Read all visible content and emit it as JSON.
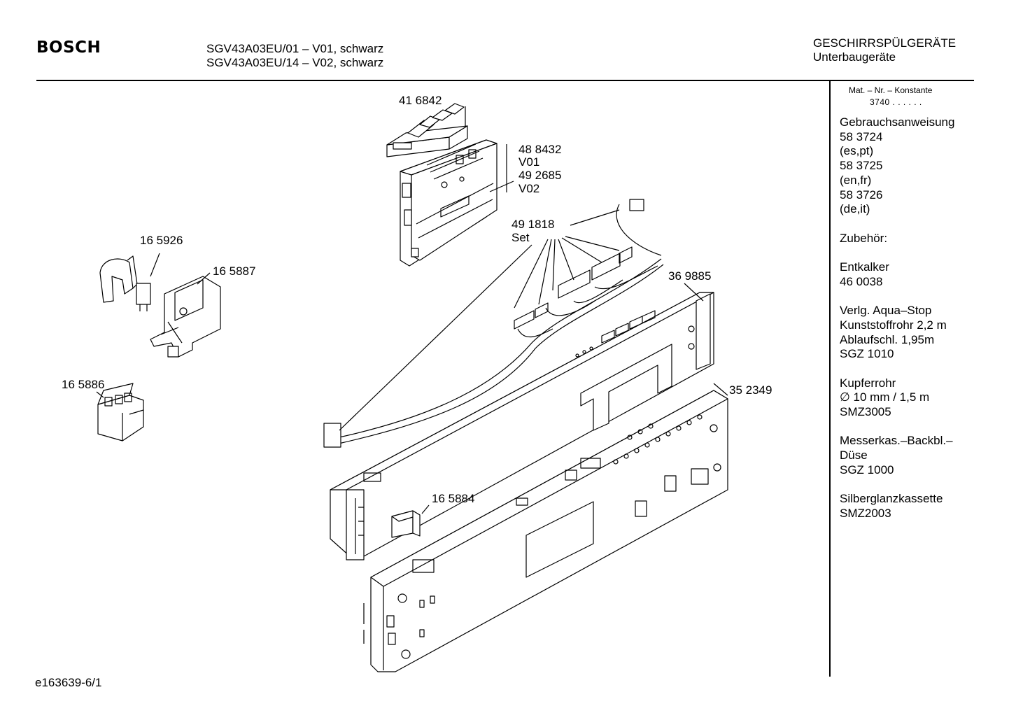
{
  "header": {
    "brand": "BOSCH",
    "models": [
      "SGV43A03EU/01 – V01, schwarz",
      "SGV43A03EU/14 – V02, schwarz"
    ],
    "category": "GESCHIRRSPÜLGERÄTE",
    "subcategory": "Unterbaugeräte"
  },
  "sidebar": {
    "mat_label": "Mat. – Nr. – Konstante",
    "mat_value": "3740 . . . . . .",
    "lines": [
      "Gebrauchsanweisung",
      "58 3724",
      "(es,pt)",
      "58 3725",
      "(en,fr)",
      "58 3726",
      "(de,it)",
      "",
      "Zubehör:",
      "",
      "Entkalker",
      "46 0038",
      "",
      "Verlg. Aqua–Stop",
      "Kunststoffrohr 2,2 m",
      "Ablaufschl. 1,95m",
      "SGZ 1010",
      "",
      "Kupferrohr",
      "∅ 10 mm / 1,5 m",
      "SMZ3005",
      "",
      "Messerkas.–Backbl.–",
      "Düse",
      "SGZ 1000",
      "",
      "Silberglanzkassette",
      "SMZ2003"
    ]
  },
  "parts": {
    "p416842": "41 6842",
    "p488432": "48 8432",
    "v01": "V01",
    "p492685": "49 2685",
    "v02": "V02",
    "p491818": "49 1818",
    "set": "Set",
    "p165926": "16 5926",
    "p165887": "16 5887",
    "p165886": "16 5886",
    "p369885": "36 9885",
    "p352349": "35 2349",
    "p165884": "16 5884"
  },
  "footer": {
    "code": "e163639-6/1"
  }
}
